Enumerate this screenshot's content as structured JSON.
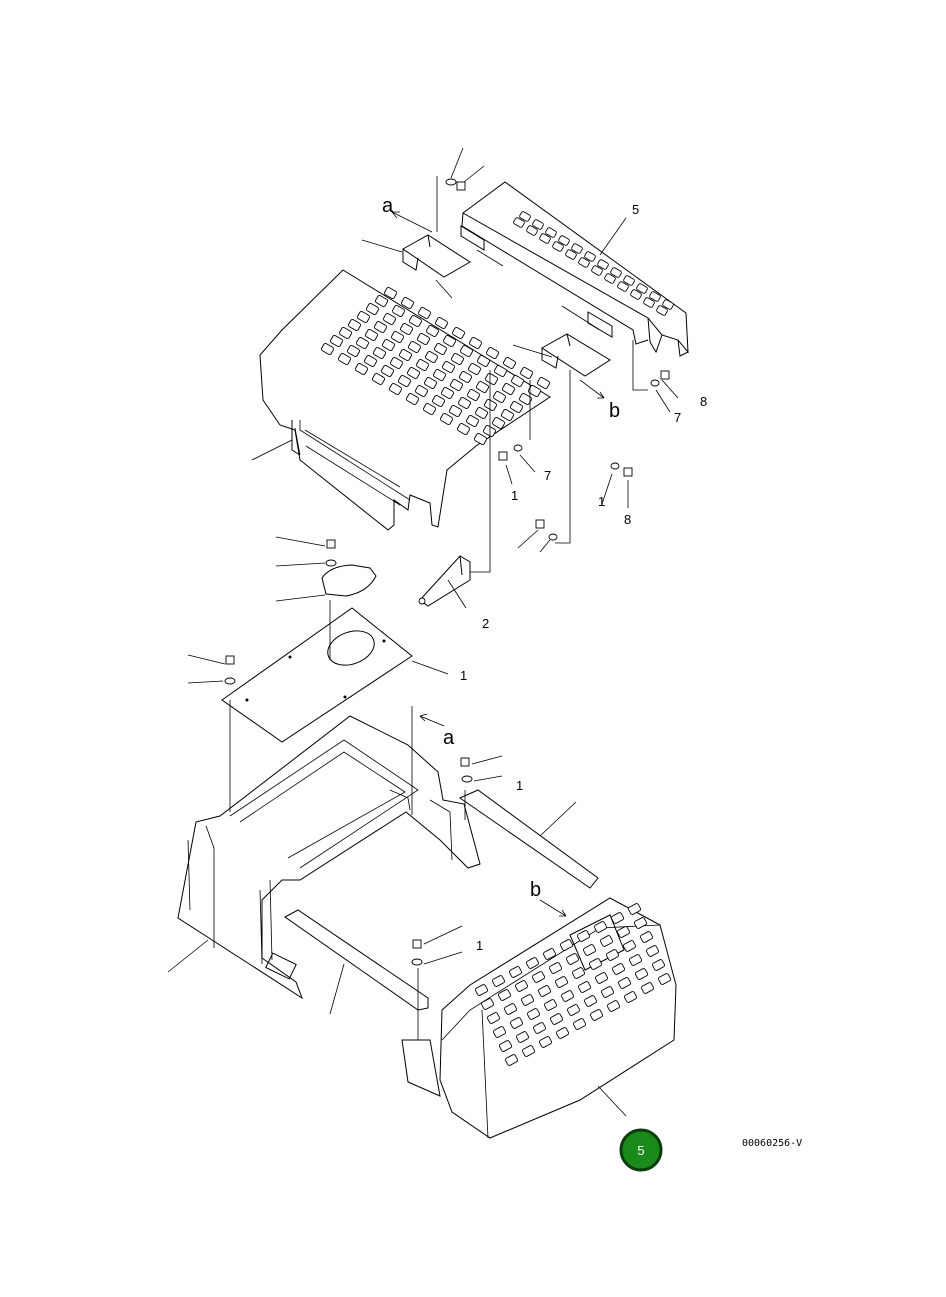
{
  "diagram": {
    "letter_labels": [
      "a",
      "b",
      "a",
      "b"
    ],
    "ref_marks": [
      "5",
      "7",
      "8",
      "1",
      "7",
      "1",
      "8",
      "2",
      "1",
      "1",
      "1"
    ],
    "drawing_code": "00060256-V",
    "page_badge": {
      "number": "5",
      "color": "#1a8a1a"
    }
  }
}
